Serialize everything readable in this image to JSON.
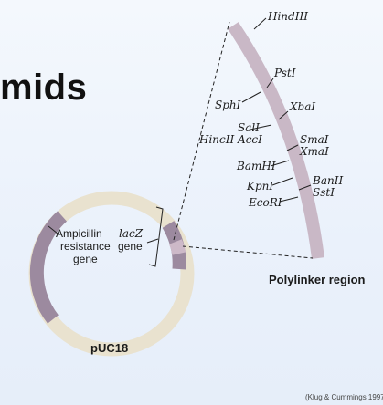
{
  "slide": {
    "title_fragment": "mids",
    "plasmid_name": "pUC18",
    "polylinker_label": "Polylinker region",
    "credit": "(Klug & Cummings 1997)"
  },
  "plasmid_labels": {
    "ampicillin_line1": "Ampicillin",
    "ampicillin_line2": "resistance",
    "ampicillin_line3": "gene",
    "lacz_line1": "lacZ",
    "lacz_line2": "gene"
  },
  "restriction_sites": {
    "hindiii": "HindIII",
    "psti": "PstI",
    "sphi": "SphI",
    "xbai": "XbaI",
    "sali": "SalI",
    "hincii_acci": "HincII AccI",
    "smai": "SmaI",
    "xmai": "XmaI",
    "bamhi": "BamHI",
    "kpni": "KpnI",
    "banii": "BanII",
    "ecori": "EcoRI",
    "ssti": "SstI"
  },
  "colors": {
    "ring": "#e9e2cf",
    "ampicillin_segment": "#9c8a9f",
    "lacz_segment": "#9c8a9f",
    "polylinker_arc": "#c9b8c6",
    "text": "#1b1b1b"
  }
}
